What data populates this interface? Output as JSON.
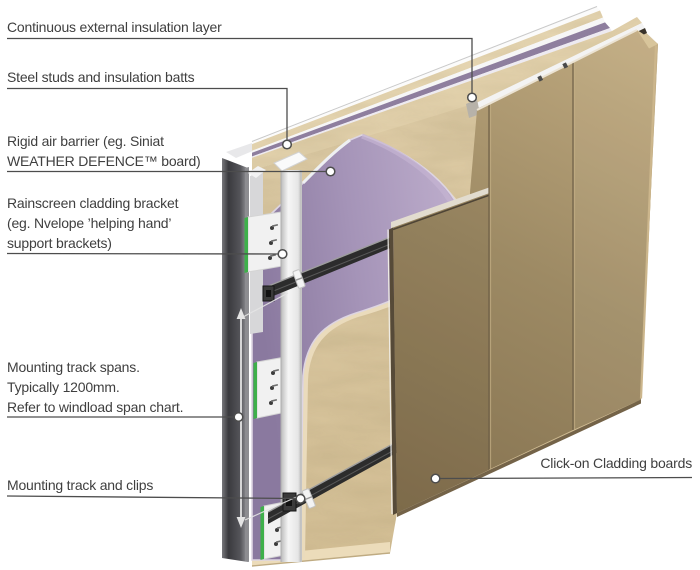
{
  "diagram": {
    "type": "construction-detail-illustration",
    "subject": "Rainscreen cladding wall build-up",
    "labels": [
      {
        "id": "insulation-layer",
        "lines": [
          "Continuous external insulation layer"
        ]
      },
      {
        "id": "steel-studs",
        "lines": [
          "Steel studs and insulation batts"
        ]
      },
      {
        "id": "air-barrier",
        "lines": [
          "Rigid air barrier (eg. Siniat",
          "WEATHER DEFENCE™ board)"
        ]
      },
      {
        "id": "bracket",
        "lines": [
          "Rainscreen cladding bracket",
          "(eg. Nvelope ’helping hand’",
          "support brackets)"
        ]
      },
      {
        "id": "track-spans",
        "lines": [
          "Mounting track spans.",
          "Typically 1200mm.",
          "Refer to windload span chart."
        ]
      },
      {
        "id": "track-clips",
        "lines": [
          "Mounting track and clips"
        ]
      },
      {
        "id": "cladding",
        "lines": [
          "Click-on Cladding boards"
        ]
      }
    ],
    "colors": {
      "background": "#ffffff",
      "label_text": "#3f3f3f",
      "leader_line": "#4d4d4d",
      "insulation_tan": "#dbc8a2",
      "air_barrier_purple": "#a594b8",
      "purple_strip": "#8e7e9e",
      "cladding_brown": "#9c8a66",
      "bracket_green": "#3eb04a",
      "track_dark": "#2c2c2c",
      "rail_white": "#f2f2f2"
    }
  }
}
